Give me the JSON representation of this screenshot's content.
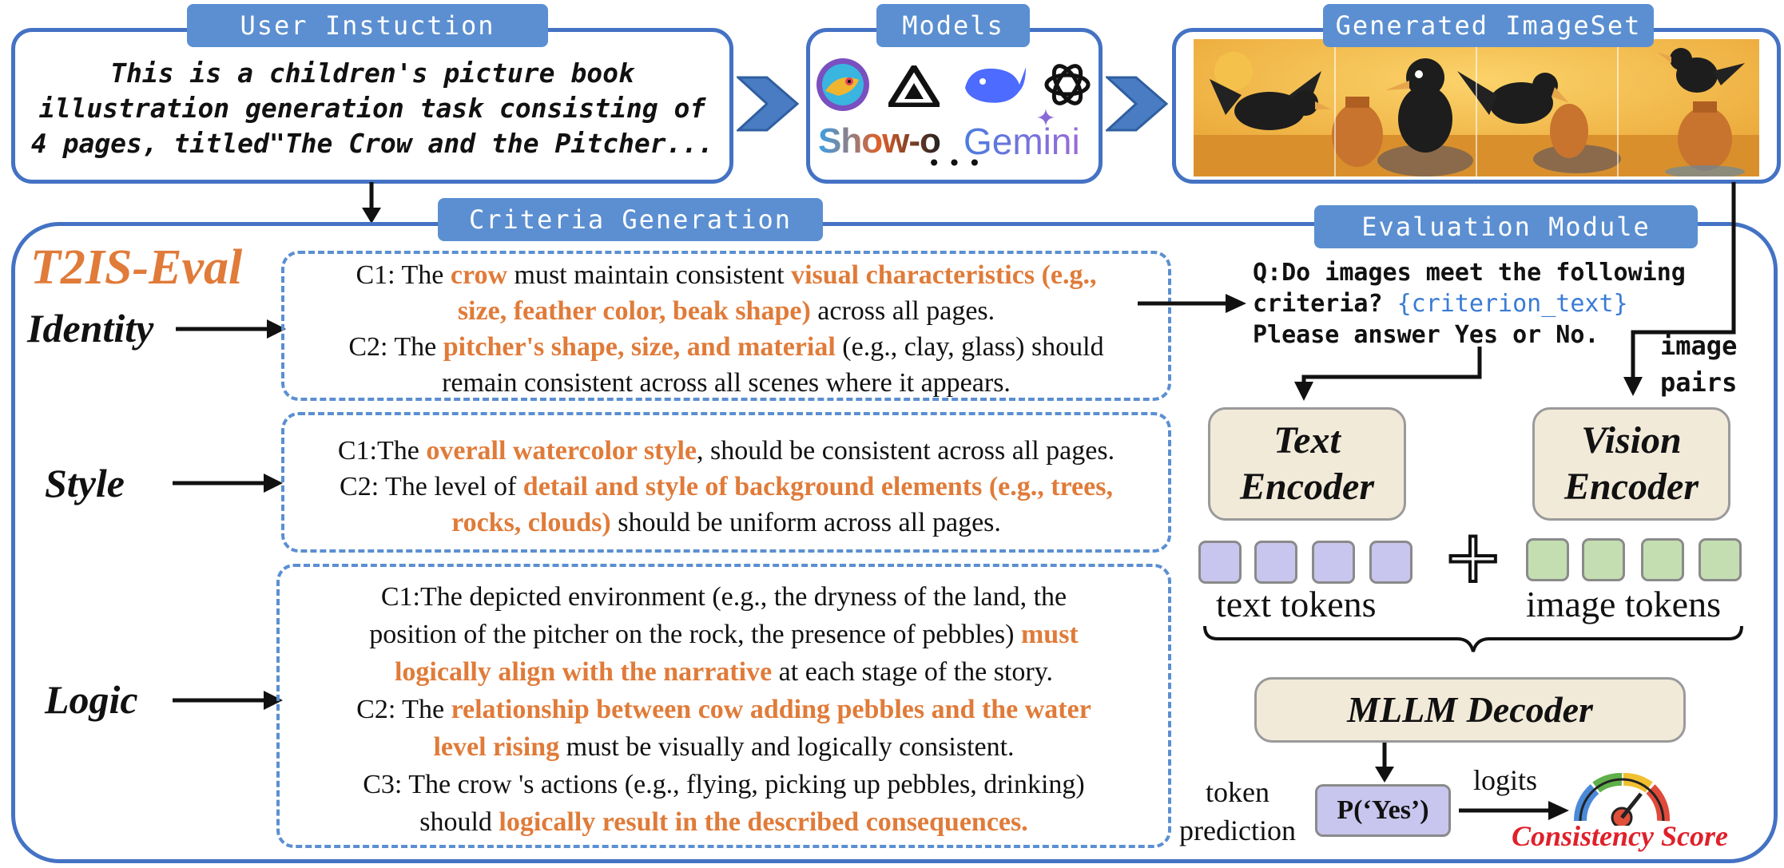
{
  "user_instruction": {
    "tab": "User Instuction",
    "lines": [
      "This is a children's picture book",
      "illustration generation task consisting of",
      "4 pages, titled\"The Crow and the Pitcher..."
    ]
  },
  "models": {
    "tab": "Models",
    "show_o": "Show-o",
    "gemini": "Gemini",
    "more": "• • •"
  },
  "imageset": {
    "tab": "Generated ImageSet"
  },
  "criteria": {
    "tab": "Criteria Generation",
    "title": "T2IS-Eval",
    "identity": {
      "label": "Identity",
      "c1": {
        "a": "C1: The ",
        "b": "crow",
        "c": " must maintain consistent ",
        "d": "visual characteristics (e.g.,",
        "e": "size, feather color, beak shape)",
        "f": " across all pages."
      },
      "c2": {
        "a": "C2: The ",
        "b": "pitcher's shape, size, and material",
        "c": " (e.g., clay, glass) should",
        "d": "remain consistent across all scenes where it appears."
      }
    },
    "style": {
      "label": "Style",
      "c1": {
        "a": "C1:The ",
        "b": "overall watercolor style",
        "c": ", should be consistent across all pages."
      },
      "c2": {
        "a": "C2: The level of ",
        "b": "detail and style of background elements (e.g., trees,",
        "c": "rocks, clouds)",
        "d": " should be uniform across all pages."
      }
    },
    "logic": {
      "label": "Logic",
      "c1": {
        "a": "C1:The depicted environment (e.g., the dryness of the land, the",
        "b": "position of the pitcher on the rock, the presence of pebbles) ",
        "c": "must",
        "d": "logically align with the narrative",
        "e": " at each stage of the story."
      },
      "c2": {
        "a": "C2: The ",
        "b": "relationship between cow adding pebbles and the water",
        "c": "level rising",
        "d": " must be visually and logically consistent."
      },
      "c3": {
        "a": "C3: The crow 's actions (e.g., flying, picking up pebbles, drinking)",
        "b": "should ",
        "c": "logically result in the described consequences."
      }
    }
  },
  "evaluation": {
    "tab": "Evaluation Module",
    "question": {
      "l1": "Q:Do images meet the following",
      "l2a": "criteria? ",
      "l2b": "{criterion_text}",
      "l3": "Please answer Yes or No."
    },
    "image_pairs": [
      "image",
      "pairs"
    ],
    "text_encoder": [
      "Text",
      "Encoder"
    ],
    "vision_encoder": [
      "Vision",
      "Encoder"
    ],
    "text_tokens": "text tokens",
    "image_tokens": "image tokens",
    "plus": "+",
    "decoder": "MLLM Decoder",
    "token_prediction": [
      "token",
      "prediction"
    ],
    "p_yes": "P(‘Yes’)",
    "logits": "logits",
    "score": "Consistency Score"
  },
  "colors": {
    "accent": "#e07b39",
    "border": "#4472c4",
    "tab": "#5b8fd1",
    "code": "#3a7bd5",
    "score": "#e0202a"
  }
}
